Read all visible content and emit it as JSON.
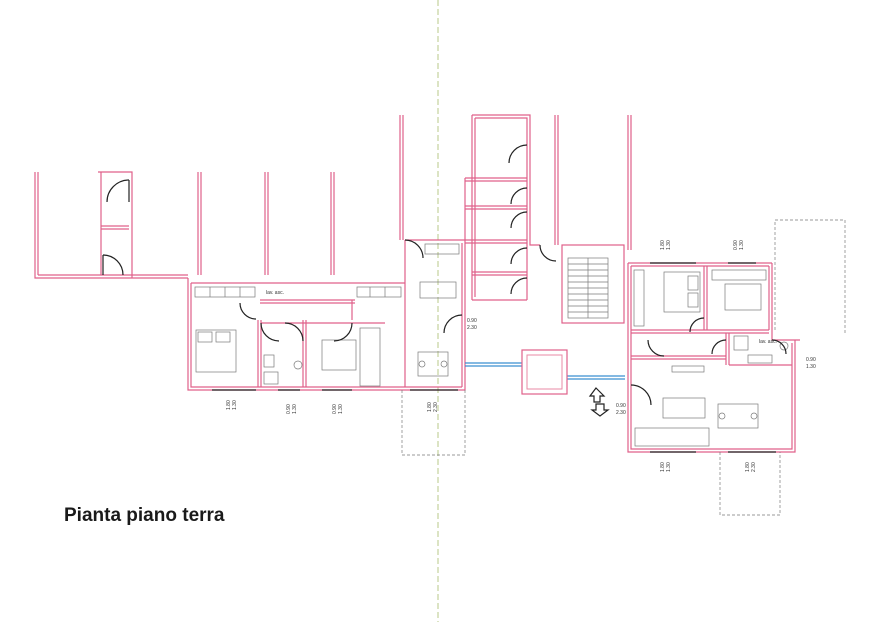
{
  "title": "Pianta piano terra",
  "colors": {
    "walls": "#e0608a",
    "furniture": "#7a7a7a",
    "axis": "#b8c88a",
    "glazing": "#3a8fd0"
  },
  "room_labels": {
    "lav_asc_left": "lav. asc.",
    "lav_asc_right": "lav. asc."
  },
  "dimensions": {
    "w1": [
      "1.80",
      "1.30"
    ],
    "w2": [
      "0.90",
      "1.30"
    ],
    "w3": [
      "0.90",
      "1.30"
    ],
    "w4": [
      "1.80",
      "2.30"
    ],
    "d1": [
      "0.90",
      "2.30"
    ],
    "w5": [
      "1.80",
      "1.30"
    ],
    "w6": [
      "0.90",
      "1.30"
    ],
    "d2": [
      "0.90",
      "2.30"
    ],
    "w7": [
      "1.80",
      "1.30"
    ],
    "w8": [
      "1.80",
      "2.30"
    ],
    "w9": [
      "0.90",
      "1.30"
    ]
  }
}
